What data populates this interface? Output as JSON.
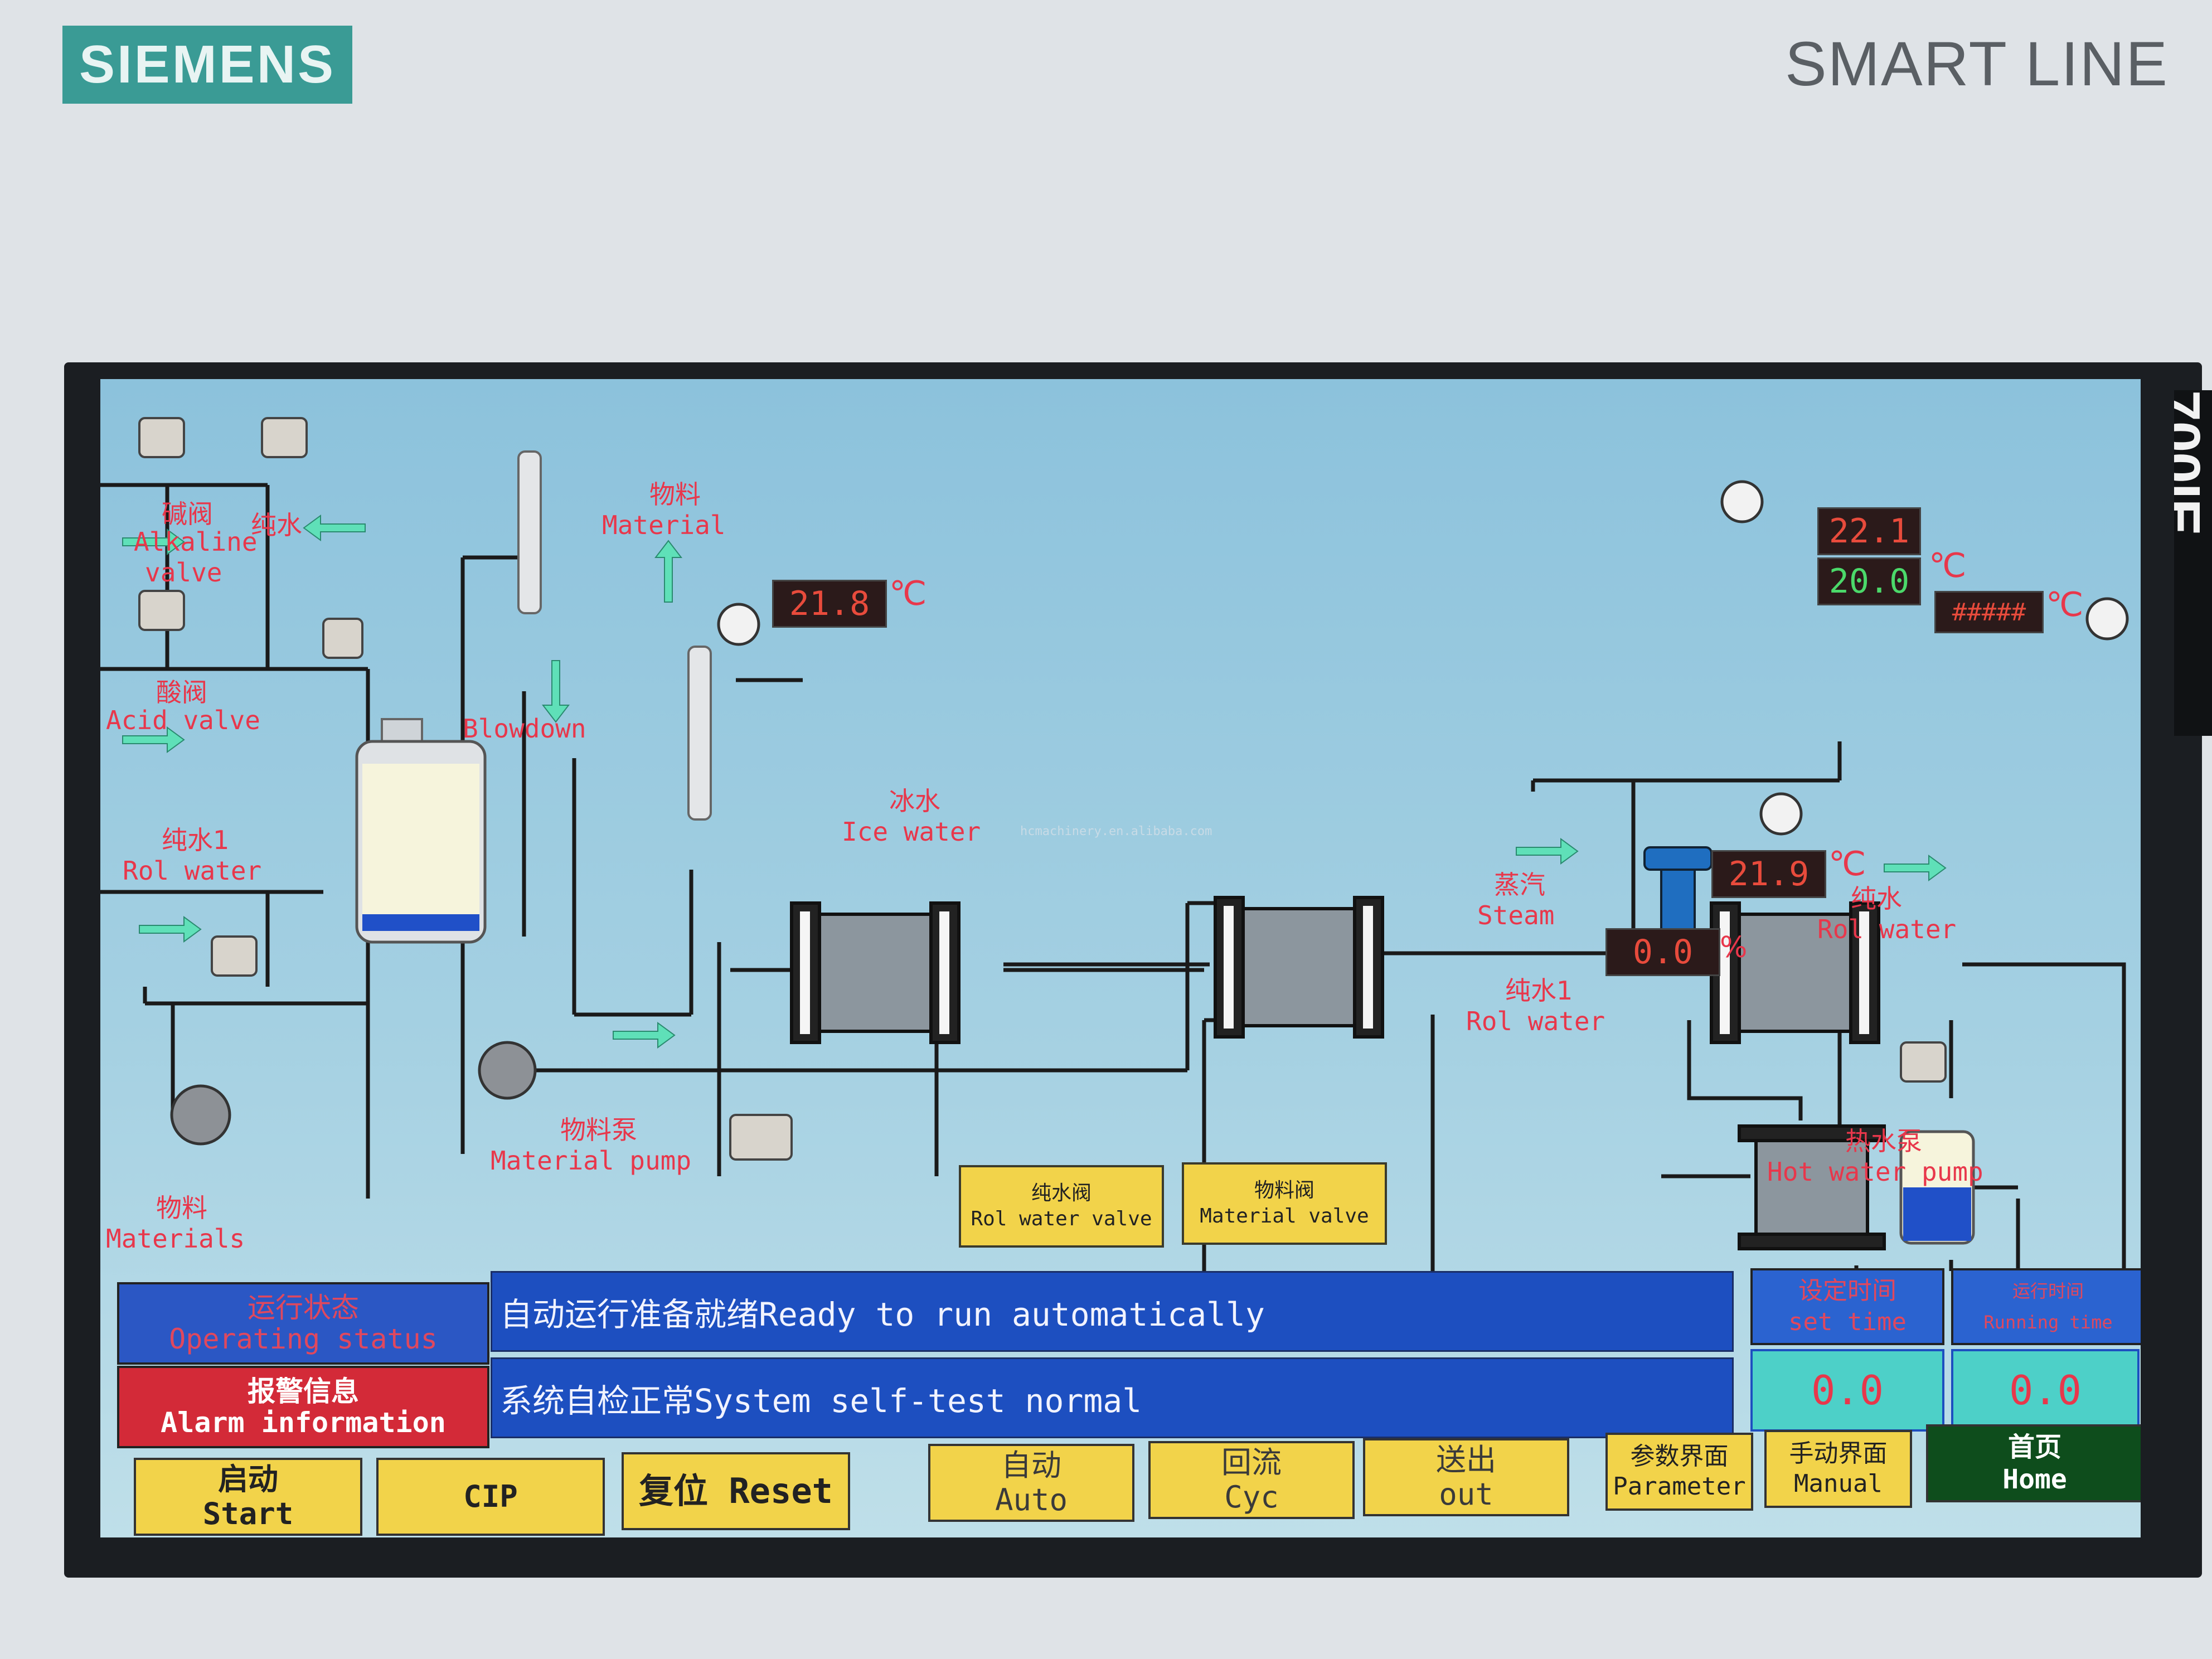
{
  "bezel": {
    "brand": "SIEMENS",
    "model": "SMART LINE",
    "side_text": "700IE"
  },
  "diagram": {
    "alkaline_cn": "碱阀",
    "alkaline_en1": "Alkaline",
    "alkaline_en2": "valve",
    "purewater_cn": "纯水",
    "acid_cn": "酸阀",
    "acid_en": "Acid valve",
    "rol1_cn": "纯水1",
    "rol1_en": "Rol water",
    "materials_cn": "物料",
    "materials_en": "Materials",
    "blowdown": "Blowdown",
    "material_top_cn": "物料",
    "material_top_en": "Material",
    "pump_cn": "物料泵",
    "pump_en": "Material pump",
    "icewater_cn": "冰水",
    "icewater_en": "Ice water",
    "steam_cn": "蒸汽",
    "steam_en": "Steam",
    "rol1b_cn": "纯水1",
    "rol1b_en": "Rol water",
    "rol_right_cn": "纯水",
    "rol_right_en": "Rol water",
    "hotpump_cn": "热水泵",
    "hotpump_en": "Hot water pump",
    "temp1": "21.8",
    "temp_top": "22.1",
    "temp_top2": "20.0",
    "temp_hash": "#####",
    "temp_steam": "21.9",
    "steam_pct": "0.0",
    "unit_c": "℃",
    "unit_pct": "%",
    "watermark": "hcmachinery.en.alibaba.com"
  },
  "valve_buttons": {
    "rol_cn": "纯水阀",
    "rol_en": "Rol water valve",
    "mat_cn": "物料阀",
    "mat_en": "Material valve"
  },
  "status": {
    "operating_cn": "运行状态",
    "operating_en": "Operating status",
    "alarm_cn": "报警信息",
    "alarm_en": "Alarm information",
    "operating_msg": "自动运行准备就绪Ready to run automatically",
    "alarm_msg": "系统自检正常System self-test normal"
  },
  "timers": {
    "set_cn": "设定时间",
    "set_en": "set time",
    "run_cn": "运行时间",
    "run_en": "Running time",
    "set_value": "0.0",
    "run_value": "0.0"
  },
  "buttons": {
    "start_cn": "启动",
    "start_en": "Start",
    "cip": "CIP",
    "reset": "复位 Reset",
    "auto_cn": "自动",
    "auto_en": "Auto",
    "cyc_cn": "回流",
    "cyc_en": "Cyc",
    "out_cn": "送出",
    "out_en": "out",
    "param_cn": "参数界面",
    "param_en": "Parameter",
    "manual_cn": "手动界面",
    "manual_en": "Manual",
    "home_cn": "首页",
    "home_en": "Home"
  },
  "colors": {
    "screen_bg": "#9ccbe0",
    "label_red": "#e8374b",
    "button_yellow": "#f2d34a",
    "status_blue": "#1d4fc0",
    "alarm_red": "#d32a38",
    "timer_cyan": "#4dd0c8",
    "home_green": "#0e4d1c",
    "arrow_cyan": "#5fe0b8"
  }
}
